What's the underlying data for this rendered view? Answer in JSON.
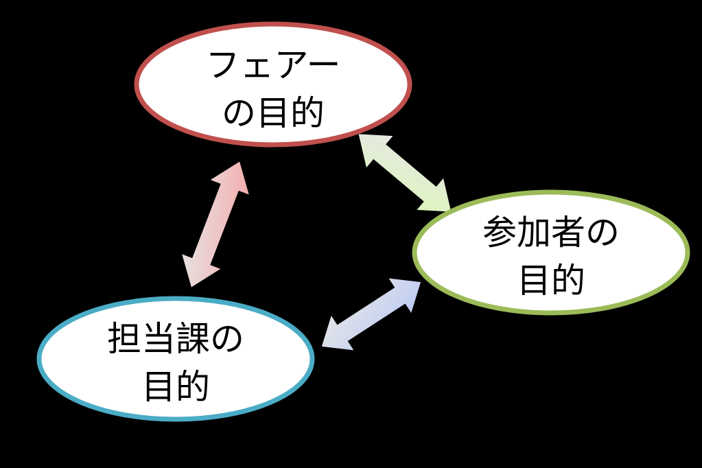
{
  "nodes": {
    "fair": {
      "lines": [
        "フェアー",
        "の目的"
      ],
      "border_color": "#C0504D"
    },
    "participant": {
      "lines": [
        "参加者の",
        "目的"
      ],
      "border_color": "#9BBB59"
    },
    "department": {
      "lines": [
        "担当課の",
        "目的"
      ],
      "border_color": "#4BACC6"
    }
  },
  "arrows": {
    "fair_department": {
      "color": "#F4A6A6"
    },
    "fair_participant": {
      "color": "#DDF7B8"
    },
    "participant_department": {
      "color": "#B9C9F5"
    }
  },
  "colors": {
    "background": "#000000",
    "node_fill": "#FFFFFF"
  }
}
